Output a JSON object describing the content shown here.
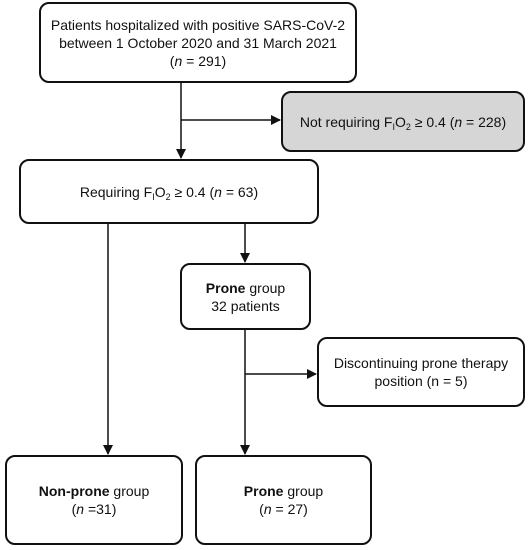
{
  "box_initial": {
    "line1": "Patients hospitalized with positive SARS-CoV-2",
    "line2": "between 1 October 2020 and 31 March 2021",
    "n_open": "(",
    "n_var": "n",
    "n_rest": " = 291)"
  },
  "box_not_requiring": {
    "pre": "Not requiring F",
    "sub1": "I",
    "mid": "O",
    "sub2": "2",
    "ge": " ≥ 0.4 (",
    "n_var": "n",
    "n_rest": " = 228)"
  },
  "box_requiring": {
    "pre": "Requiring F",
    "sub1": "I",
    "mid": "O",
    "sub2": "2",
    "ge": " ≥ 0.4 (",
    "n_var": "n",
    "n_rest": " = 63)"
  },
  "box_prone_initial": {
    "bold": "Prone",
    "rest": " group",
    "line2": "32 patients"
  },
  "box_discontinuing": {
    "line1": "Discontinuing prone therapy",
    "line2": "position (n = 5)"
  },
  "box_nonprone_final": {
    "bold": "Non-prone",
    "rest": " group",
    "n_open": "(",
    "n_var": "n",
    "n_rest": " =31)"
  },
  "box_prone_final": {
    "bold": "Prone",
    "rest": " group",
    "n_open": "(",
    "n_var": "n",
    "n_rest": " = 27)"
  }
}
